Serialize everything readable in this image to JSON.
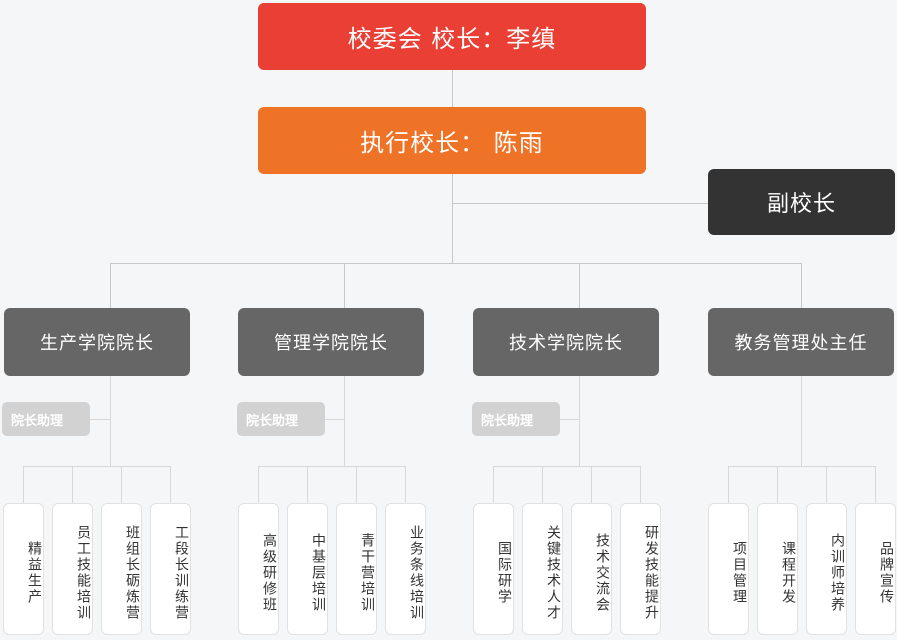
{
  "chart": {
    "title_color": "#ea3f35",
    "root": {
      "label": "校委会  校长：李缜",
      "color": "#ea3f35"
    },
    "exec": {
      "label": "执行校长：    陈雨",
      "color": "#ef7326"
    },
    "vice": {
      "label": "副校长",
      "color": "#333333"
    },
    "assistant_label": "院长助理",
    "departments": [
      {
        "label": "生产学院院长",
        "assistant": "院长助理",
        "children": [
          "精益生产",
          "员工技能培训",
          "班组长砺炼营",
          "工段长训练营"
        ]
      },
      {
        "label": "管理学院院长",
        "assistant": "院长助理",
        "children": [
          "高级研修班",
          "中基层培训",
          "青干营培训",
          "业务条线培训"
        ]
      },
      {
        "label": "技术学院院长",
        "assistant": "院长助理",
        "children": [
          "国际研学",
          "关键技术人才",
          "技术交流会",
          "研发技能提升"
        ]
      },
      {
        "label": "教务管理处主任",
        "assistant": null,
        "children": [
          "项目管理",
          "课程开发",
          "内训师培养",
          "品牌宣传"
        ]
      }
    ]
  }
}
